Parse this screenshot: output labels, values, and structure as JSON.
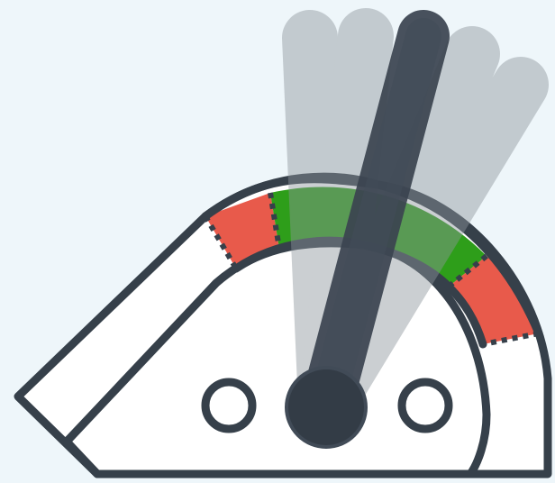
{
  "illustration": {
    "subject": "throttle-lever-gauge",
    "icon": "lever-gauge-icon"
  },
  "zones": [
    {
      "name": "left-red",
      "color": "#e85a4b"
    },
    {
      "name": "center-green",
      "color": "#2e9e1a"
    },
    {
      "name": "right-red",
      "color": "#e85a4b"
    }
  ],
  "colors": {
    "background": "#eef6fa",
    "outline": "#36404a",
    "body_fill": "#ffffff",
    "lever": "#3b4450",
    "ghost_lever": "#9aa2a8",
    "red_zone": "#e85a4b",
    "green_zone": "#2e9e1a"
  },
  "lever": {
    "ghost_positions": 4,
    "active_position": 1
  }
}
